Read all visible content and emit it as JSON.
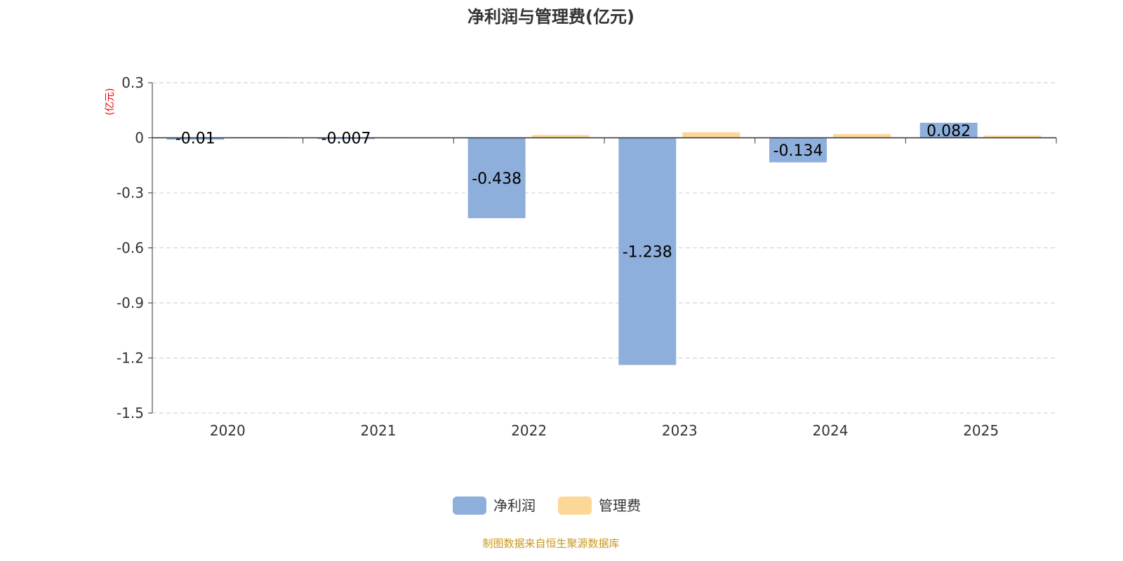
{
  "chart_data": {
    "type": "bar",
    "title": "净利润与管理费(亿元)",
    "ylabel": "(亿元)",
    "xlabel": "",
    "categories": [
      "2020",
      "2021",
      "2022",
      "2023",
      "2024",
      "2025"
    ],
    "series": [
      {
        "name": "净利润",
        "color": "#8eaedb",
        "values": [
          -0.01,
          -0.007,
          -0.438,
          -1.238,
          -0.134,
          0.082
        ],
        "labels": [
          "-0.01",
          "-0.007",
          "-0.438",
          "-1.238",
          "-0.134",
          "0.082"
        ]
      },
      {
        "name": "管理费",
        "color": "#fdd797",
        "values": [
          0.003,
          0.001,
          0.015,
          0.03,
          0.02,
          0.012
        ]
      }
    ],
    "ylim": [
      -1.5,
      0.3
    ],
    "yticks": [
      "0.3",
      "0",
      "-0.3",
      "-0.6",
      "-0.9",
      "-1.2",
      "-1.5"
    ],
    "ytick_values": [
      0.3,
      0,
      -0.3,
      -0.6,
      -0.9,
      -1.2,
      -1.5
    ],
    "grid": true,
    "legend": "bottom-center"
  },
  "footer": "制图数据来自恒生聚源数据库"
}
